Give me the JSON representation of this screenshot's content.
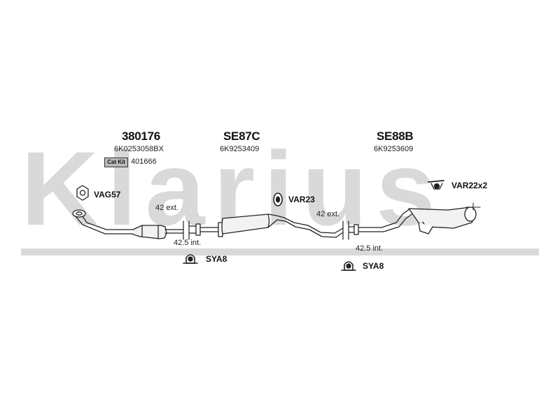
{
  "watermark": {
    "text": "Klarius"
  },
  "parts": {
    "part1": {
      "code": "380176",
      "oem": "6K0253058BX",
      "cat_kit_label": "Cat Kit",
      "cat_kit_number": "401666"
    },
    "part2": {
      "code": "SE87C",
      "oem": "6K9253409"
    },
    "part3": {
      "code": "SE88B",
      "oem": "6K9253609"
    }
  },
  "fittings": {
    "vag57": "VAG57",
    "var23": "VAR23",
    "var22x2": "VAR22x2",
    "sya8_left": "SYA8",
    "sya8_right": "SYA8"
  },
  "dimensions": {
    "left_ext": "42 ext.",
    "left_int": "42.5 int.",
    "right_ext": "42 ext.",
    "right_int": "42.5 int."
  },
  "colors": {
    "watermark": "#d9d9d9",
    "line": "#222222",
    "pipe_fill": "#f2f2f2"
  }
}
